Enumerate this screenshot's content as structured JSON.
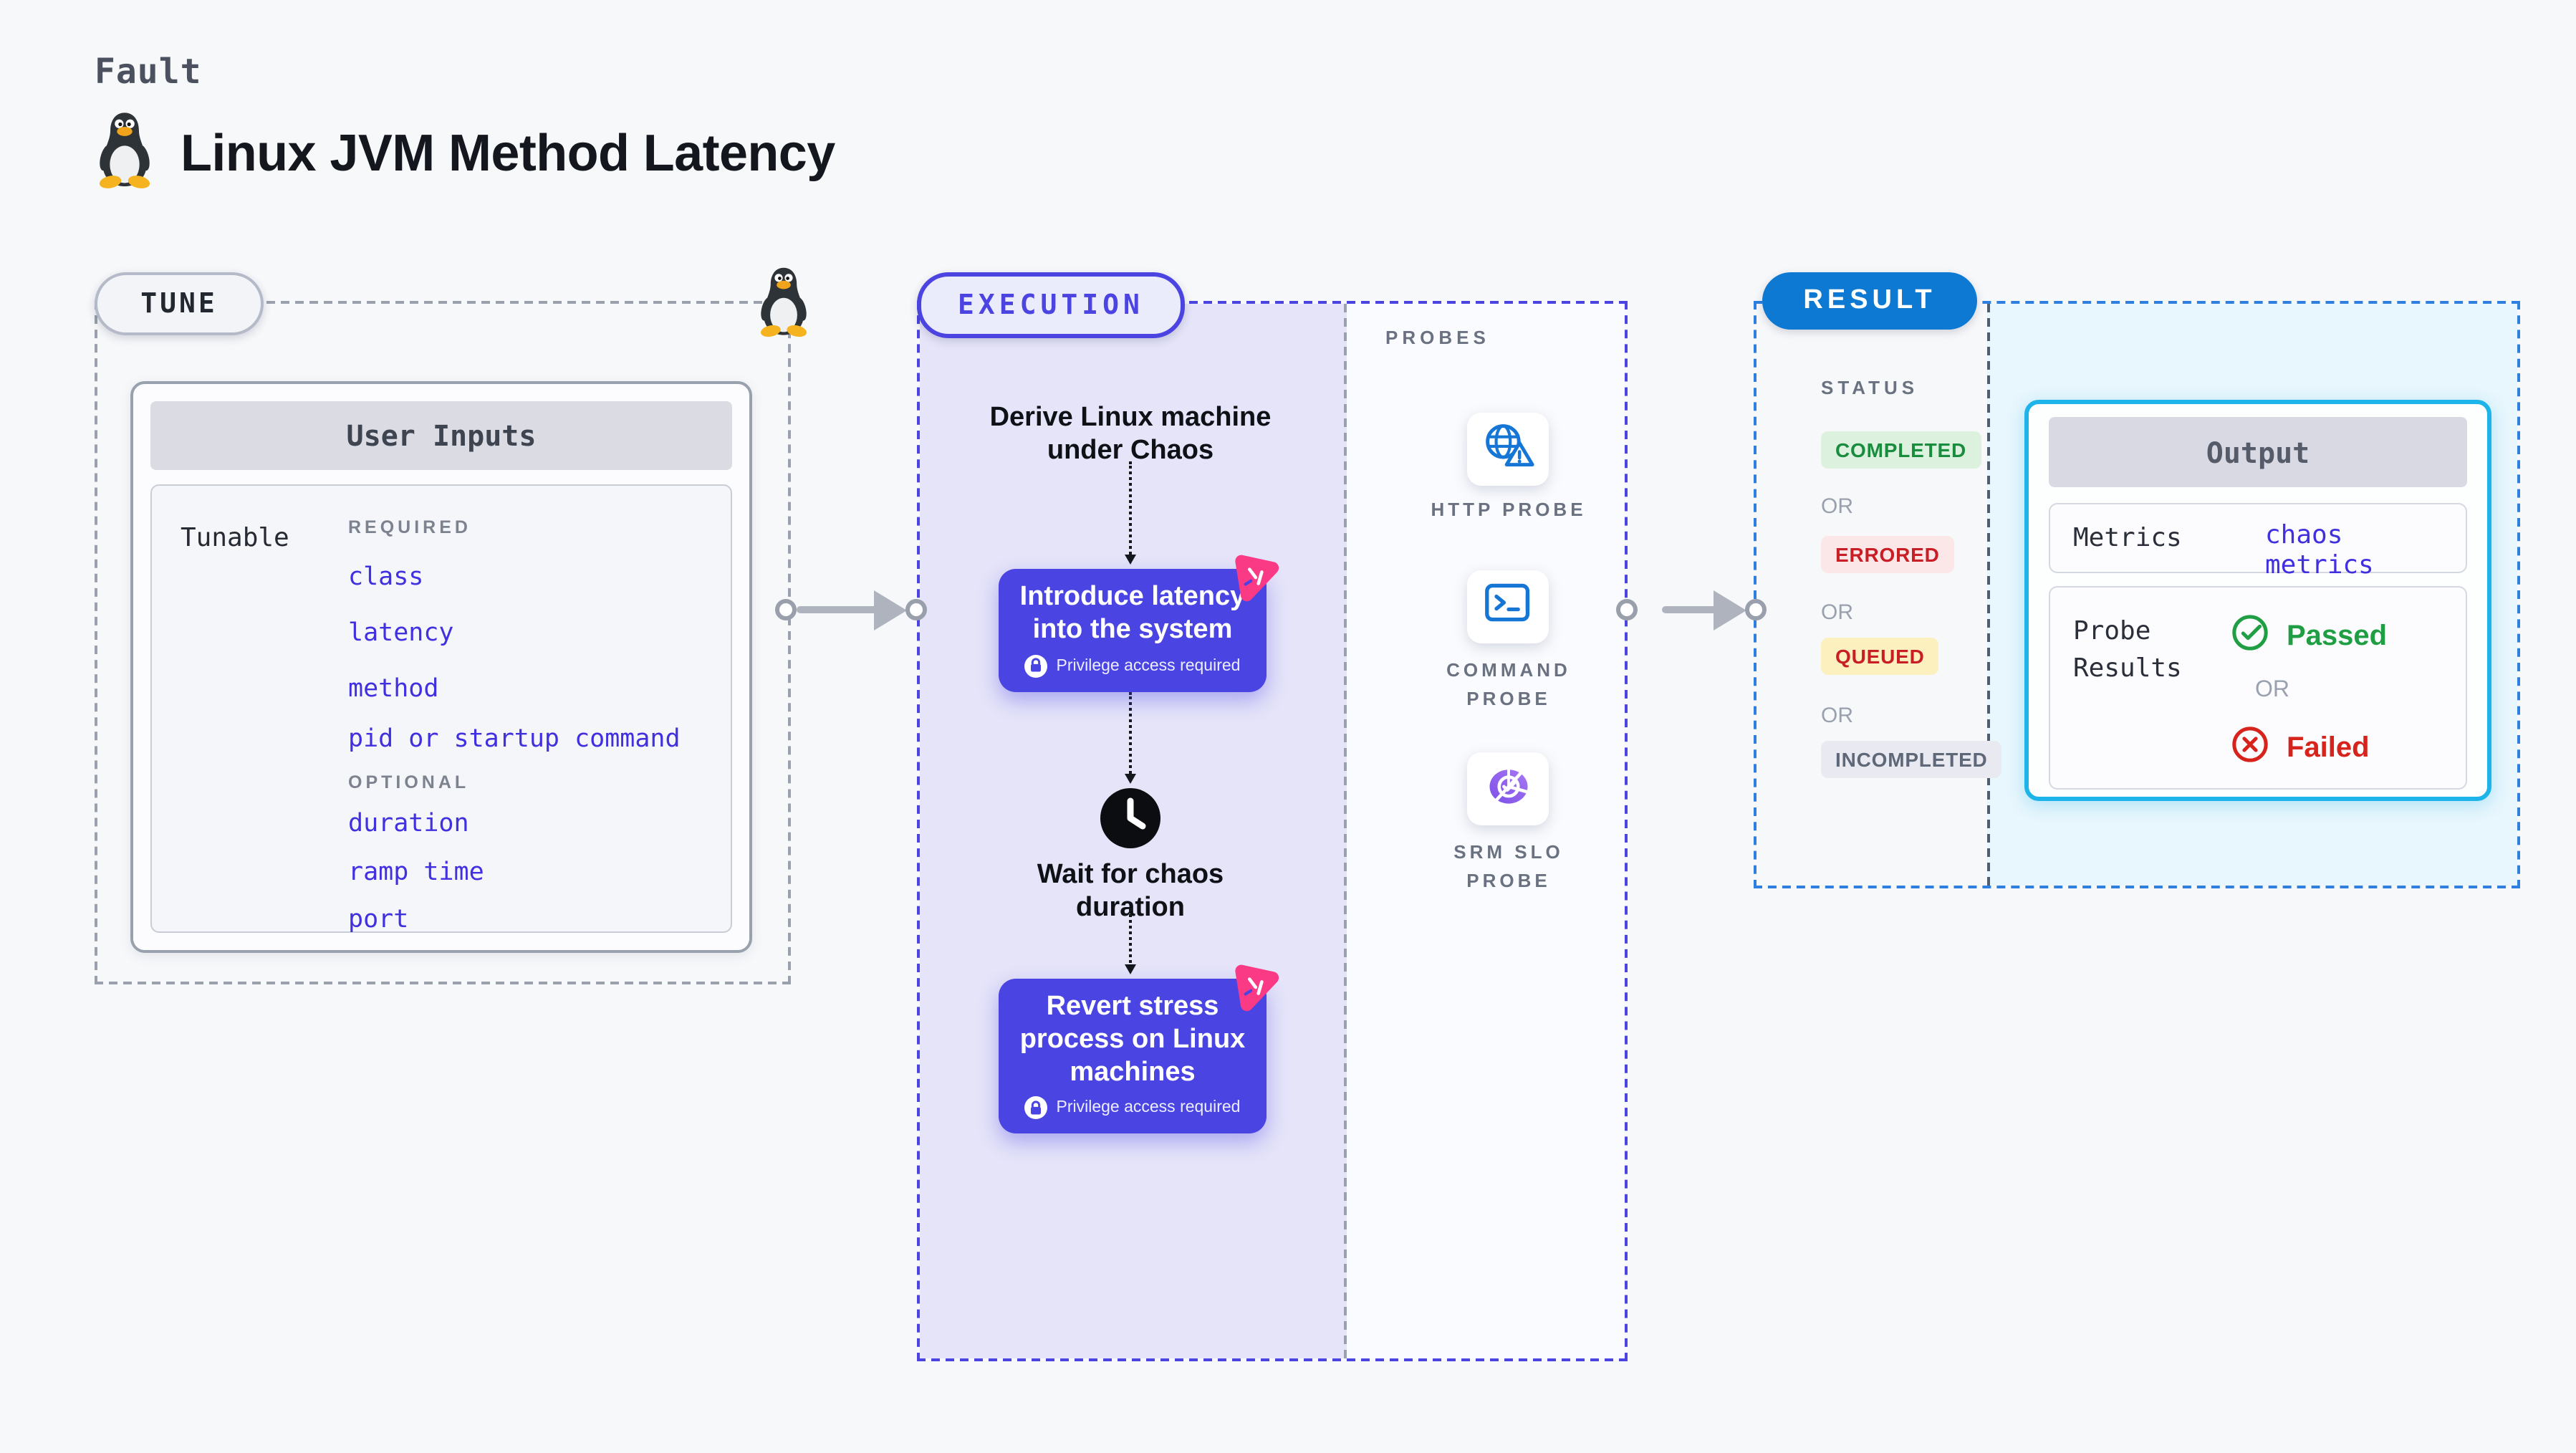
{
  "header": {
    "kicker": "Fault",
    "title": "Linux JVM Method Latency"
  },
  "tune": {
    "pill": "TUNE",
    "card_title": "User Inputs",
    "row_label": "Tunable",
    "required_label": "REQUIRED",
    "required_items": [
      "class",
      "latency",
      "method",
      "pid or startup command"
    ],
    "optional_label": "OPTIONAL",
    "optional_items": [
      "duration",
      "ramp time",
      "port"
    ]
  },
  "execution": {
    "pill": "EXECUTION",
    "entry_step": "Derive Linux machine under Chaos",
    "fault_step": {
      "title": "Introduce latency into the system",
      "note": "Privilege access required"
    },
    "wait_step": "Wait for chaos duration",
    "revert_step": {
      "title": "Revert stress process on Linux machines",
      "note": "Privilege access required"
    }
  },
  "probes": {
    "label": "PROBES",
    "items": [
      {
        "name": "HTTP PROBE",
        "icon": "globe-alert-icon"
      },
      {
        "name": "COMMAND PROBE",
        "icon": "terminal-icon"
      },
      {
        "name": "SRM SLO PROBE",
        "icon": "slo-donut-icon"
      }
    ]
  },
  "result": {
    "pill": "RESULT",
    "status_label": "STATUS",
    "or_label": "OR",
    "statuses": [
      {
        "label": "COMPLETED",
        "tone": "green"
      },
      {
        "label": "ERRORED",
        "tone": "red"
      },
      {
        "label": "QUEUED",
        "tone": "yellow"
      },
      {
        "label": "INCOMPLETED",
        "tone": "gray"
      }
    ],
    "output": {
      "title": "Output",
      "metrics_label": "Metrics",
      "metrics_value": "chaos metrics",
      "probe_results_label": "Probe Results",
      "passed_label": "Passed",
      "or_label": "OR",
      "failed_label": "Failed"
    }
  },
  "colors": {
    "page_bg": "#f7f8fa",
    "indigo_accent": "#4b44e0",
    "lavender_bg": "#e5e4f9",
    "result_blue": "#0d79d2",
    "cyan_border": "#1db4e9",
    "cyan_bg": "#e8f6fd",
    "link_blue": "#4130e0",
    "pink_badge": "#fb3a86",
    "passed_green": "#1f9e43",
    "failed_red": "#d6241c",
    "completed_green": "#1a8c3e",
    "errored_red": "#c81e25",
    "queued_bg": "#fdf0bf",
    "arrow_gray": "#aeb3be"
  }
}
